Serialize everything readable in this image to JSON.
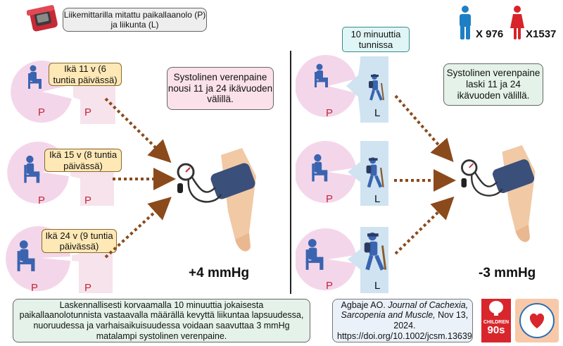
{
  "header": {
    "measure_text": "Liikemittarilla mitattu paikallaanolo (P) ja liikunta (L)",
    "minutes_text": "10 minuuttia tunnissa",
    "male_count": "X 976",
    "female_count": "X1537"
  },
  "left_panel": {
    "rows": [
      {
        "age_text": "Ikä 11 v (6 tuntia päivässä)",
        "pie_label": "P",
        "bar_label": "P"
      },
      {
        "age_text": "Ikä 15 v (8 tuntia päivässä)",
        "pie_label": "P",
        "bar_label": "P"
      },
      {
        "age_text": "Ikä 24 v (9 tuntia päivässä)",
        "pie_label": "P",
        "bar_label": "P"
      }
    ],
    "finding_text": "Systolinen verenpaine nousi 11 ja 24 ikävuoden välillä.",
    "result": "+4 mmHg"
  },
  "right_panel": {
    "rows": [
      {
        "pie_label": "P",
        "bar_label": "L"
      },
      {
        "pie_label": "P",
        "bar_label": "L"
      },
      {
        "pie_label": "P",
        "bar_label": "L"
      }
    ],
    "finding_text": "Systolinen verenpaine laski 11 ja 24 ikävuoden välillä.",
    "result": "-3 mmHg"
  },
  "conclusion_text": "Laskennallisesti korvaamalla 10 minuuttia jokaisesta paikallaanolotunnista vastaavalla määrällä kevyttä liikuntaa lapsuudessa, nuoruudessa ja varhaisaikuisuudessa voidaan saavuttaa 3 mmHg matalampi systolinen verenpaine.",
  "reference": {
    "author": "Agbaje AO.",
    "journal": "Journal of Cachexia, Sarcopenia and Muscle,",
    "rest": "Nov 13, 2024.  https://doi.org/10.1002/jcsm.13639"
  },
  "logos": {
    "children_line1": "CHILDREN",
    "children_line2": "90s"
  },
  "colors": {
    "pie_pink": "#f4d6ea",
    "bar_pink": "#f7e3ec",
    "bar_blue": "#cfe3f1",
    "person_blue": "#3b64b0",
    "arrow_brown": "#8b4a1c",
    "male_blue": "#1f7fc4",
    "female_red": "#d6242a",
    "logo_red": "#d8262c"
  },
  "icons": [
    "activity-tracker-icon",
    "male-icon",
    "female-icon",
    "sitting-person-icon",
    "hiker-icon",
    "blood-pressure-cuff-icon",
    "arm-icon",
    "children-90s-logo",
    "study-logo"
  ]
}
